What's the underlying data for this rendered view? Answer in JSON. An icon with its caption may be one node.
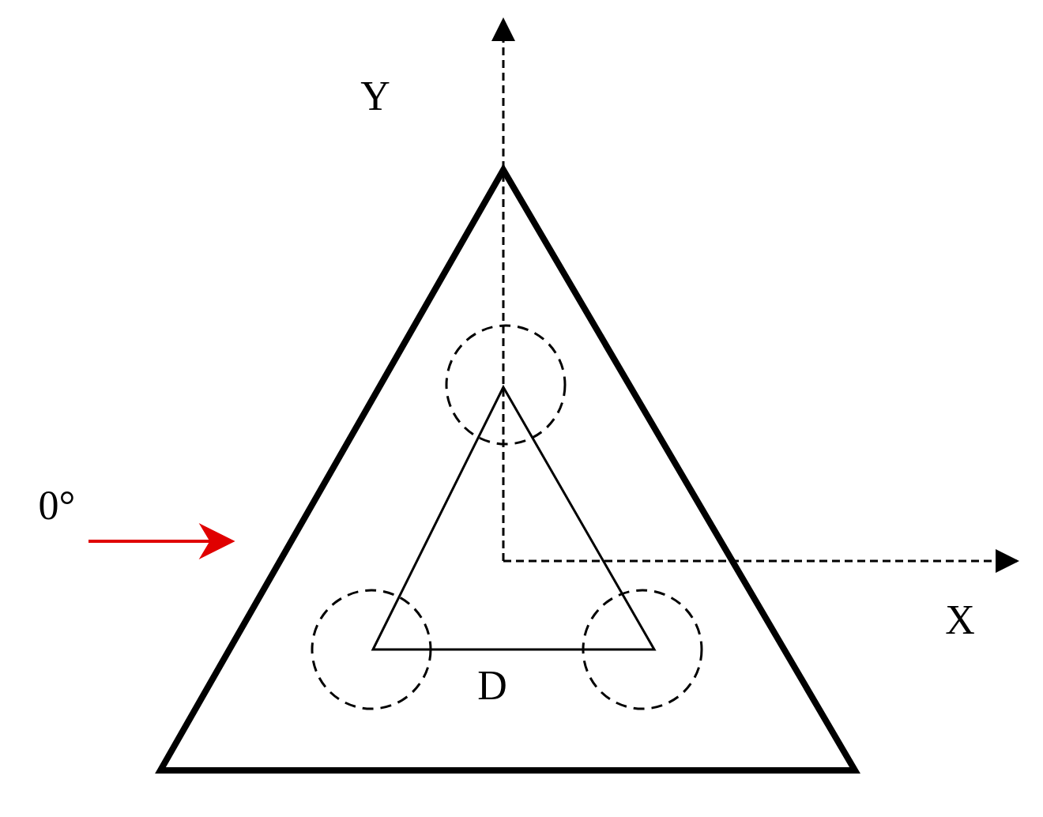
{
  "diagram": {
    "labels": [
      "Y",
      "0°",
      "X",
      "D"
    ]
  }
}
